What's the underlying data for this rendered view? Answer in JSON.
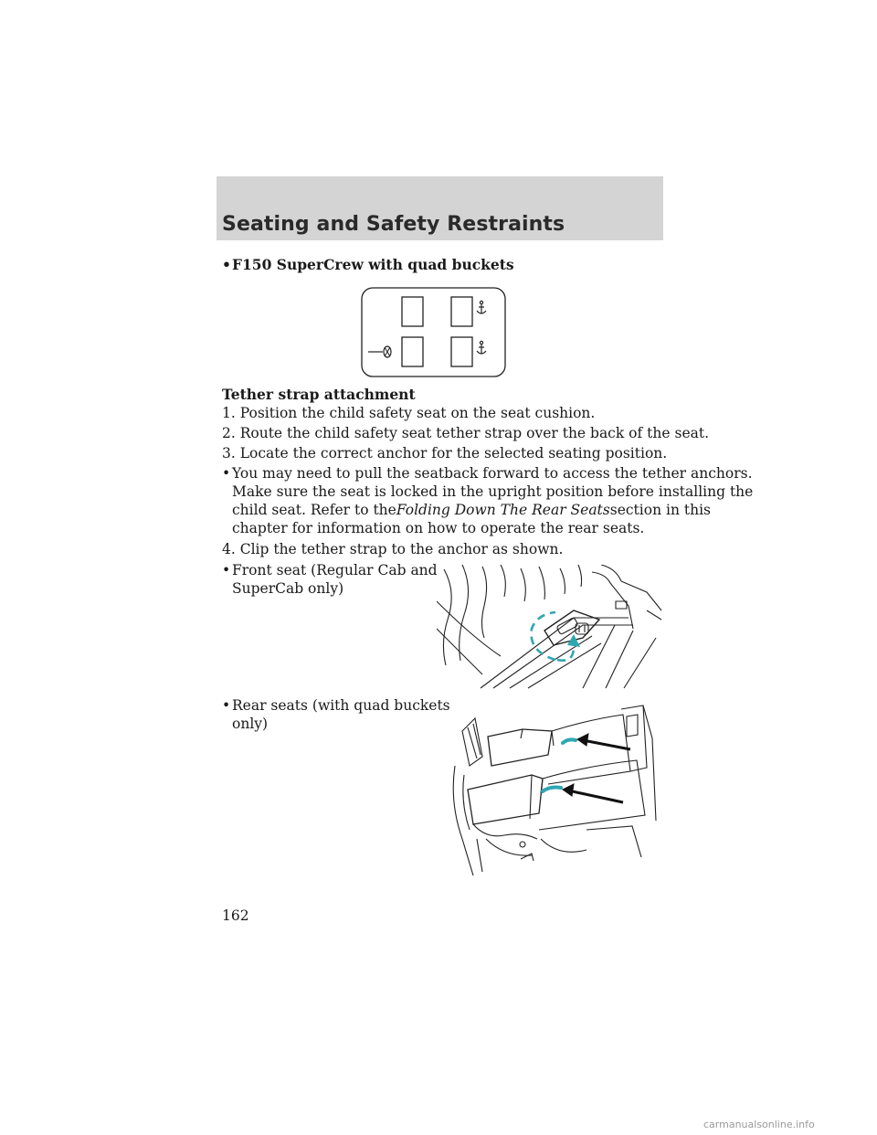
{
  "header": {
    "title": "Seating and Safety Restraints"
  },
  "section1": {
    "bullet": "•",
    "heading": "F150 SuperCrew with quad buckets"
  },
  "tether": {
    "heading": "Tether strap attachment",
    "step1": "1. Position the child safety seat on the seat cushion.",
    "step2": "2. Route the child safety seat tether strap over the back of the seat.",
    "step3": "3. Locate the correct anchor for the selected seating position.",
    "note_line1": "You may need to pull the seatback forward to access the tether anchors.",
    "note_line2": "Make sure the seat is locked in the upright position before installing the",
    "note_line3_pre": "child seat. Refer to the",
    "note_line3_link": "Folding Down The Rear Seats",
    "note_line3_post": "section in this",
    "note_line4": "chapter for information on how to operate the rear seats.",
    "step4": "4. Clip the tether strap to the anchor as shown.",
    "front_line1": "Front seat (Regular Cab and",
    "front_line2": "SuperCab only)",
    "rear_line1": "Rear seats (with quad buckets",
    "rear_line2": "only)"
  },
  "page_number": "162",
  "footer": "carmanualsonline.info",
  "colors": {
    "header_band": "#d4d4d4",
    "accent": "#2fa7b3"
  },
  "icons": [
    "anchor-icon",
    "no-anchor-icon"
  ]
}
